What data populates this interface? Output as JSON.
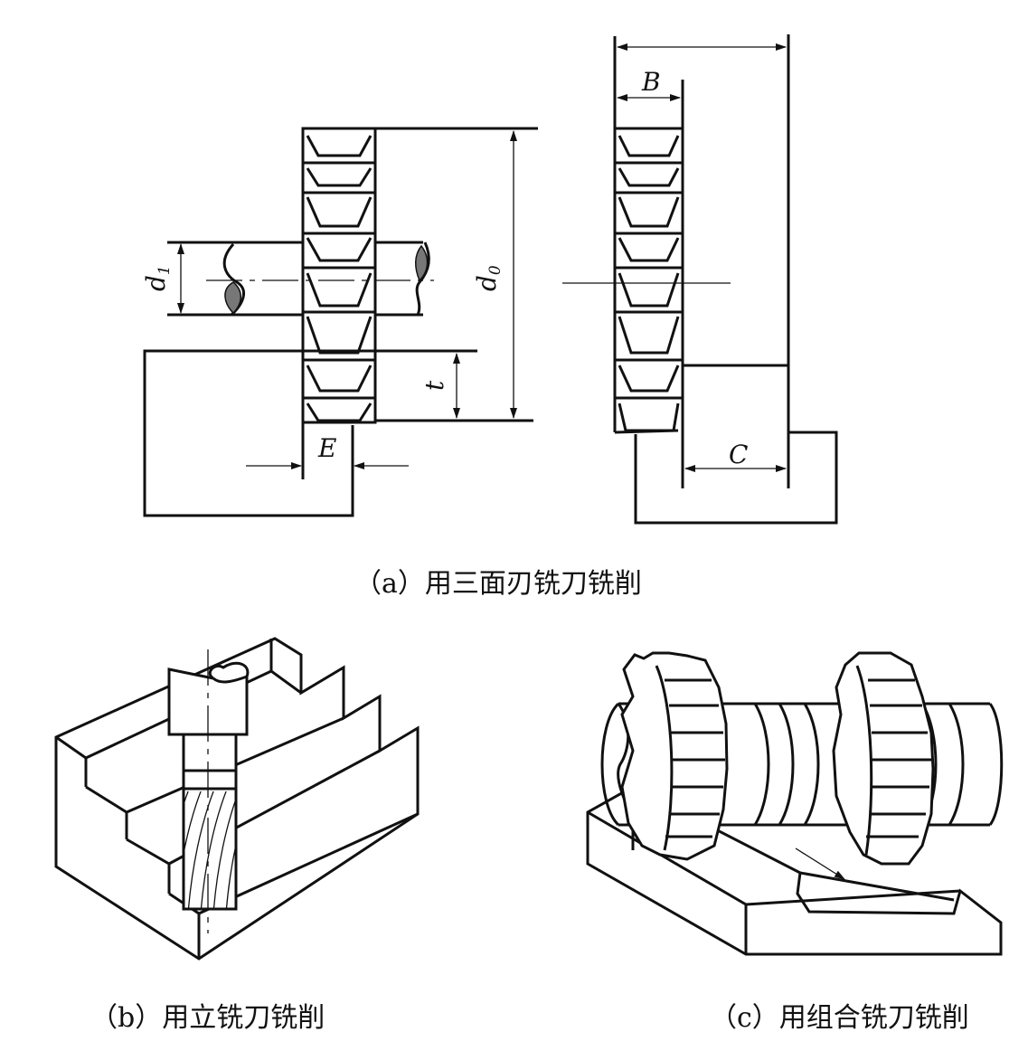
{
  "figure_a": {
    "caption": "（a）用三面刃铣刀铣削",
    "labels": {
      "d1_main": "d",
      "d1_sub": "1",
      "d0_main": "d",
      "d0_sub": "0",
      "t": "t",
      "E": "E",
      "B": "B",
      "C": "C"
    }
  },
  "figure_b": {
    "caption": "（b）用立铣刀铣削"
  },
  "figure_c": {
    "caption": "（c）用组合铣刀铣削"
  }
}
